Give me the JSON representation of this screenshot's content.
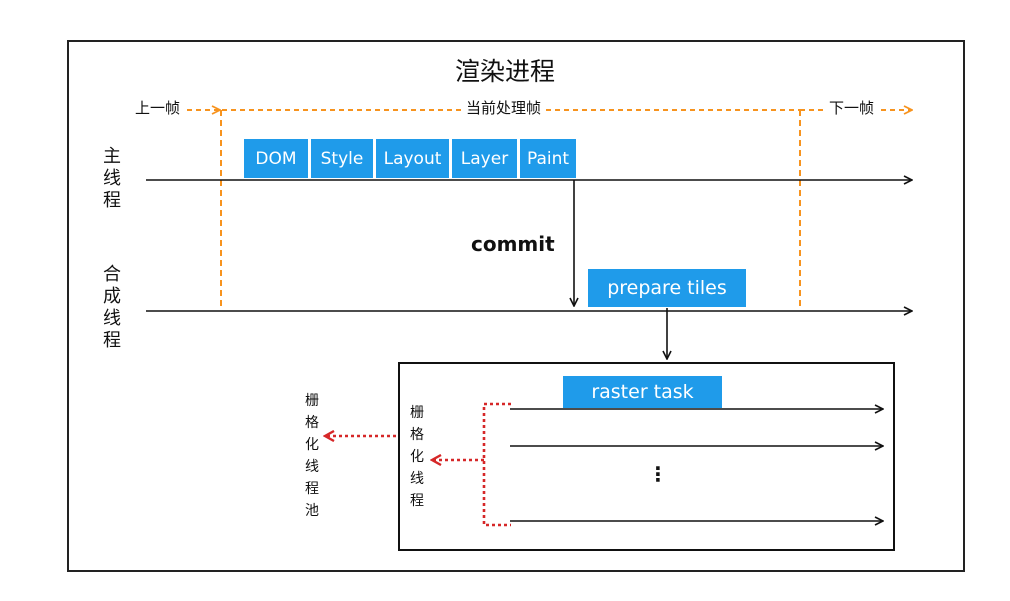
{
  "title": "渲染进程",
  "frames": {
    "prev": "上一帧",
    "current": "当前处理帧",
    "next": "下一帧"
  },
  "threads": {
    "main": "主线程",
    "compositor": "合成线程",
    "raster_in_box": "栅格化线程",
    "raster_pool": "栅格化线程池"
  },
  "stages": [
    "DOM",
    "Style",
    "Layout",
    "Layer",
    "Paint"
  ],
  "commit": "commit",
  "prepare_tiles": "prepare tiles",
  "raster_task": "raster task",
  "ellipsis": "⋮",
  "colors": {
    "stage_fill": "#1f9bea",
    "frame_dashed": "#f7931e",
    "raster_dotted": "#d62728",
    "line": "#111111"
  }
}
